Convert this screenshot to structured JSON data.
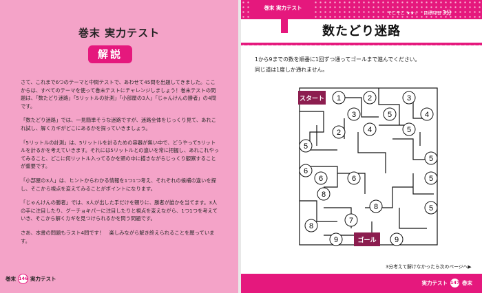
{
  "left_page": {
    "title": "巻末 実力テスト",
    "badge": "解説",
    "paragraphs": [
      "さて、これまで6つのテーマと中間テストで、あわせて45問を出題してきました。ここからは、すべてのテーマを使って巻末テストにチャレンジしましょう！巻末テストの問題は、「数たどり迷路」「5リットルの計測」「小部屋の3人」「じゃんけんの勝者」の4問です。",
      "「数たどり迷路」では、一見簡単そうな迷路ですが、迷路全体をじっくり見て、あれこれ試し、解くカギがどこにあるかを探っていきましょう。",
      "「5リットルの計測」は、5リットルを計るための容器が無い中で、どうやって5リットルを計るかを考えていきます。それには5リットルとの違いを常に把握し、あれこれやってみること、どこに何リットル入ってるかを頭の中に描きながらじっくり観察することが重要です。",
      "「小部屋の3人」は、ヒントからわかる情報を1つ1つ考え、それぞれの候補の違いを探し、そこから視点を変えてみることがポイントになります。",
      "「じゃんけんの勝者」では、3人が出した手だけを頼りに、勝者が誰かを当てます。3人の手に注目したり、グーチョキパーに注目したりと視点を変えながら、1つ1つを考えていき、そこから解くカギを見つけられるかを問う問題です。",
      "さあ、本書の問題もラスト4問です！　楽しみながら解き終えられることを願っています。"
    ],
    "footer_label": "巻末",
    "page_number": "146",
    "footer_section": "実力テスト"
  },
  "right_page": {
    "tab_label": "巻末 実力テスト",
    "difficulty_text": "そこそこ",
    "difficulty_stars": "★★☆",
    "time_label": "目標時間",
    "time_value": "3分",
    "title": "数たどり迷路",
    "instruction_1": "1から9までの数を順番に1回ずつ通ってゴールまで進んでください。",
    "instruction_2": "同じ道は1度しか通れません。",
    "start_label": "スタート",
    "goal_label": "ゴール",
    "maze_numbers": [
      "1",
      "2",
      "3",
      "3",
      "5",
      "4",
      "2",
      "4",
      "5",
      "5",
      "5",
      "6",
      "6",
      "6",
      "5",
      "8",
      "5",
      "7",
      "8",
      "8",
      "9",
      "9"
    ],
    "hint": "3分考えて解けなかったら次のページへ▶",
    "footer_section": "実力テスト",
    "page_number": "147",
    "footer_label": "巻末",
    "colors": {
      "accent": "#e5187d",
      "left_bg": "#f4a3c8"
    }
  }
}
